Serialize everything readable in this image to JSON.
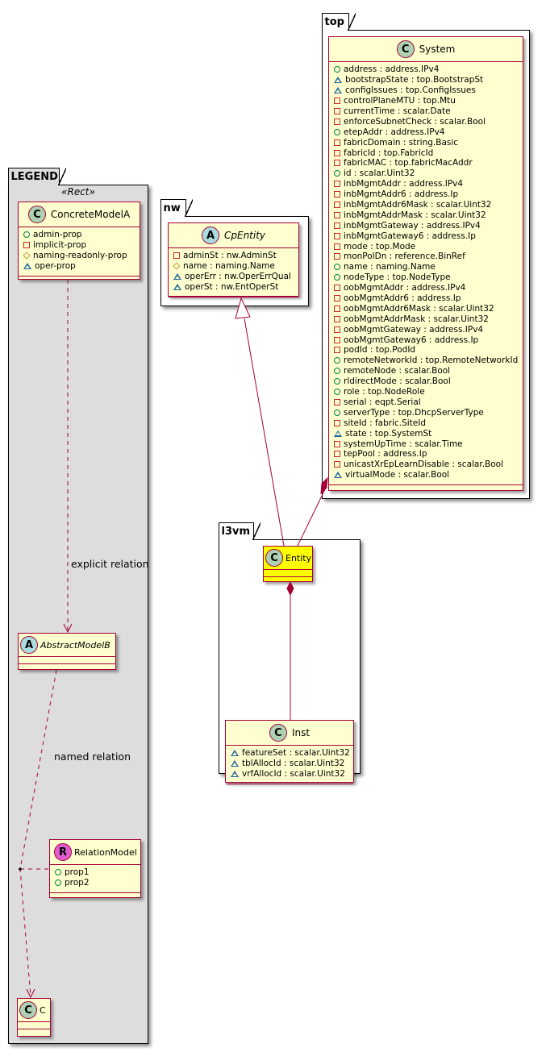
{
  "packages": {
    "top": "top",
    "nw": "nw",
    "l3vm": "l3vm",
    "legend": "LEGEND"
  },
  "visibility_legend": {
    "public": "admin (circle, green)",
    "private": "implicit (square, red)",
    "protected": "naming-readonly (diamond, gold)",
    "package": "oper (triangle, blue)"
  },
  "colors": {
    "class_fill": "#fefece",
    "class_border": "#a80036",
    "highlight_fill": "#ffff00",
    "legend_fill": "#dddddd",
    "glyph_class": "#add1b2",
    "glyph_abstract": "#a9dcdf",
    "glyph_relation": "#e05cce"
  },
  "system": {
    "glyph": "C",
    "name": "System",
    "attributes": [
      {
        "vis": "public",
        "text": "address : address.IPv4"
      },
      {
        "vis": "package",
        "text": "bootstrapState : top.BootstrapSt"
      },
      {
        "vis": "package",
        "text": "configIssues : top.ConfigIssues"
      },
      {
        "vis": "private",
        "text": "controlPlaneMTU : top.Mtu"
      },
      {
        "vis": "private",
        "text": "currentTime : scalar.Date"
      },
      {
        "vis": "private",
        "text": "enforceSubnetCheck : scalar.Bool"
      },
      {
        "vis": "public",
        "text": "etepAddr : address.IPv4"
      },
      {
        "vis": "private",
        "text": "fabricDomain : string.Basic"
      },
      {
        "vis": "private",
        "text": "fabricId : top.FabricId"
      },
      {
        "vis": "private",
        "text": "fabricMAC : top.fabricMacAddr"
      },
      {
        "vis": "public",
        "text": "id : scalar.Uint32"
      },
      {
        "vis": "private",
        "text": "inbMgmtAddr : address.IPv4"
      },
      {
        "vis": "private",
        "text": "inbMgmtAddr6 : address.Ip"
      },
      {
        "vis": "private",
        "text": "inbMgmtAddr6Mask : scalar.Uint32"
      },
      {
        "vis": "private",
        "text": "inbMgmtAddrMask : scalar.Uint32"
      },
      {
        "vis": "private",
        "text": "inbMgmtGateway : address.IPv4"
      },
      {
        "vis": "private",
        "text": "inbMgmtGateway6 : address.Ip"
      },
      {
        "vis": "private",
        "text": "mode : top.Mode"
      },
      {
        "vis": "private",
        "text": "monPolDn : reference.BinRef"
      },
      {
        "vis": "public",
        "text": "name : naming.Name"
      },
      {
        "vis": "public",
        "text": "nodeType : top.NodeType"
      },
      {
        "vis": "private",
        "text": "oobMgmtAddr : address.IPv4"
      },
      {
        "vis": "private",
        "text": "oobMgmtAddr6 : address.Ip"
      },
      {
        "vis": "private",
        "text": "oobMgmtAddr6Mask : scalar.Uint32"
      },
      {
        "vis": "private",
        "text": "oobMgmtAddrMask : scalar.Uint32"
      },
      {
        "vis": "private",
        "text": "oobMgmtGateway : address.IPv4"
      },
      {
        "vis": "private",
        "text": "oobMgmtGateway6 : address.Ip"
      },
      {
        "vis": "private",
        "text": "podId : top.PodId"
      },
      {
        "vis": "public",
        "text": "remoteNetworkId : top.RemoteNetworkId"
      },
      {
        "vis": "public",
        "text": "remoteNode : scalar.Bool"
      },
      {
        "vis": "public",
        "text": "rldirectMode : scalar.Bool"
      },
      {
        "vis": "public",
        "text": "role : top.NodeRole"
      },
      {
        "vis": "private",
        "text": "serial : eqpt.Serial"
      },
      {
        "vis": "public",
        "text": "serverType : top.DhcpServerType"
      },
      {
        "vis": "private",
        "text": "siteId : fabric.SiteId"
      },
      {
        "vis": "package",
        "text": "state : top.SystemSt"
      },
      {
        "vis": "private",
        "text": "systemUpTime : scalar.Time"
      },
      {
        "vis": "private",
        "text": "tepPool : address.Ip"
      },
      {
        "vis": "private",
        "text": "unicastXrEpLearnDisable : scalar.Bool"
      },
      {
        "vis": "package",
        "text": "virtualMode : scalar.Bool"
      }
    ]
  },
  "cpentity": {
    "glyph": "A",
    "name": "CpEntity",
    "attributes": [
      {
        "vis": "private",
        "text": "adminSt : nw.AdminSt"
      },
      {
        "vis": "protected",
        "text": "name : naming.Name"
      },
      {
        "vis": "package",
        "text": "operErr : nw.OperErrQual"
      },
      {
        "vis": "package",
        "text": "operSt : nw.EntOperSt"
      }
    ]
  },
  "entity": {
    "glyph": "C",
    "name": "Entity"
  },
  "inst": {
    "glyph": "C",
    "name": "Inst",
    "attributes": [
      {
        "vis": "package",
        "text": "featureSet : scalar.Uint32"
      },
      {
        "vis": "package",
        "text": "tblAllocId : scalar.Uint32"
      },
      {
        "vis": "package",
        "text": "vrfAllocId : scalar.Uint32"
      }
    ]
  },
  "legend": {
    "stereotype": "«Rect»",
    "concrete": {
      "glyph": "C",
      "name": "ConcreteModelA",
      "attributes": [
        {
          "vis": "public",
          "text": "admin-prop"
        },
        {
          "vis": "private",
          "text": "implicit-prop"
        },
        {
          "vis": "protected",
          "text": "naming-readonly-prop"
        },
        {
          "vis": "package",
          "text": "oper-prop"
        }
      ]
    },
    "abstract": {
      "glyph": "A",
      "name": "AbstractModelB"
    },
    "relation_model": {
      "glyph": "R",
      "name": "RelationModel",
      "attributes": [
        {
          "vis": "public",
          "text": "prop1"
        },
        {
          "vis": "public",
          "text": "prop2"
        }
      ]
    },
    "c": {
      "glyph": "C",
      "name": "C"
    },
    "explicit_label": "explicit relation",
    "named_label": "named relation"
  }
}
